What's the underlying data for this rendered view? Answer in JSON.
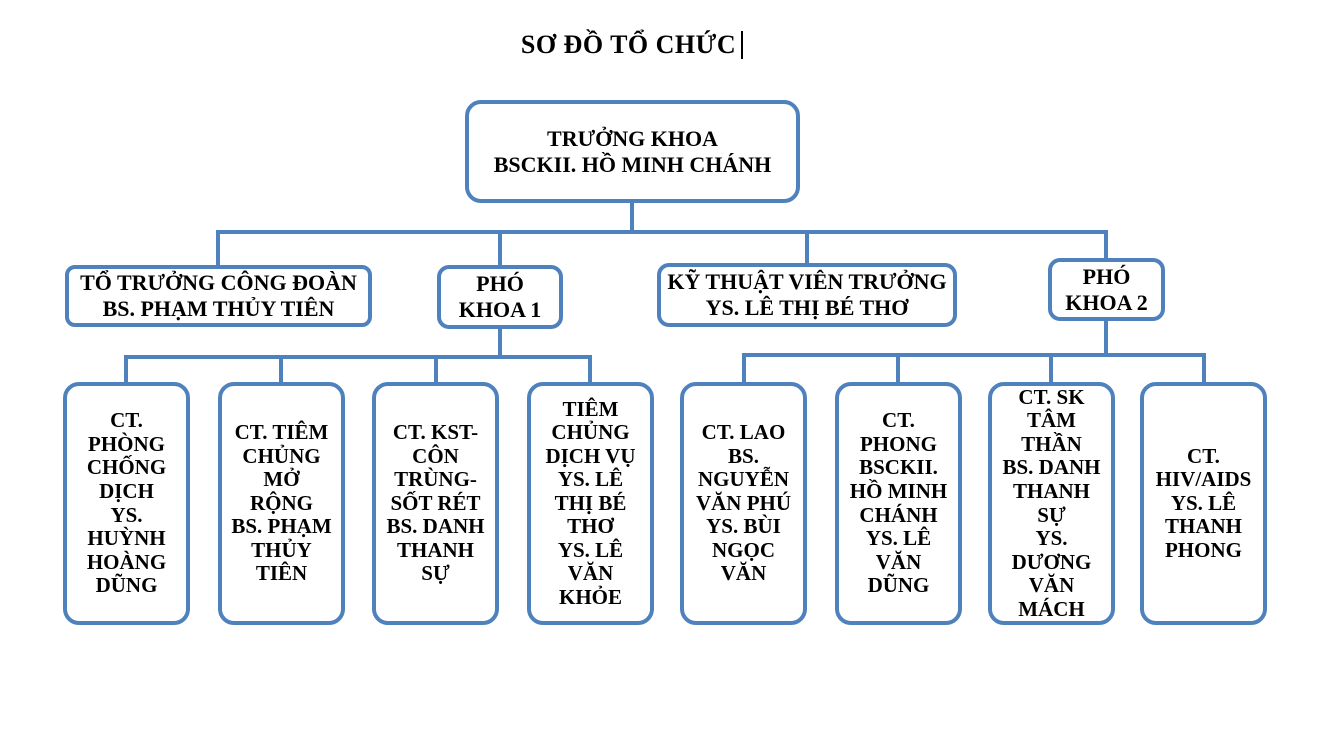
{
  "title": "SƠ ĐỒ TỔ CHỨC",
  "colors": {
    "accent": "#4f81bd",
    "text": "#000000",
    "background": "#ffffff"
  },
  "org": {
    "root": {
      "label": "TRƯỞNG KHOA\nBSCKII. HỒ MINH CHÁNH"
    },
    "level2": [
      {
        "label": "TỔ TRƯỞNG CÔNG ĐOÀN\nBS. PHẠM THỦY TIÊN",
        "parent": "TRƯỞNG KHOA"
      },
      {
        "label": "PHÓ\nKHOA 1",
        "parent": "TRƯỞNG KHOA"
      },
      {
        "label": "KỸ THUẬT VIÊN TRƯỞNG\nYS. LÊ THỊ BÉ THƠ",
        "parent": "TRƯỞNG KHOA"
      },
      {
        "label": "PHÓ\nKHOA 2",
        "parent": "TRƯỞNG KHOA"
      }
    ],
    "level3": [
      {
        "label": "CT.\nPHÒNG\nCHỐNG\nDỊCH\nYS.\nHUỲNH\nHOÀNG\nDŨNG",
        "parent": "PHÓ KHOA 1"
      },
      {
        "label": "CT. TIÊM\nCHỦNG\nMỞ\nRỘNG\nBS. PHẠM\nTHỦY\nTIÊN",
        "parent": "PHÓ KHOA 1"
      },
      {
        "label": "CT. KST-\nCÔN\nTRÙNG-\nSỐT RÉT\nBS. DANH\nTHANH\nSỰ",
        "parent": "PHÓ KHOA 1"
      },
      {
        "label": "TIÊM\nCHỦNG\nDỊCH VỤ\nYS. LÊ\nTHỊ BÉ\nTHƠ\nYS. LÊ\nVĂN\nKHỎE",
        "parent": "PHÓ KHOA 1"
      },
      {
        "label": "CT. LAO\nBS.\nNGUYỄN\nVĂN PHÚ\nYS. BÙI\nNGỌC\nVĂN",
        "parent": "PHÓ KHOA 2"
      },
      {
        "label": "CT.\nPHONG\nBSCKII.\nHỒ MINH\nCHÁNH\nYS. LÊ\nVĂN\nDŨNG",
        "parent": "PHÓ KHOA 2"
      },
      {
        "label": "CT. SK\nTÂM\nTHẦN\nBS. DANH\nTHANH\nSỰ\nYS.\nDƯƠNG\nVĂN\nMÁCH",
        "parent": "PHÓ KHOA 2"
      },
      {
        "label": "CT.\nHIV/AIDS\nYS. LÊ\nTHANH\nPHONG",
        "parent": "PHÓ KHOA 2"
      }
    ]
  }
}
